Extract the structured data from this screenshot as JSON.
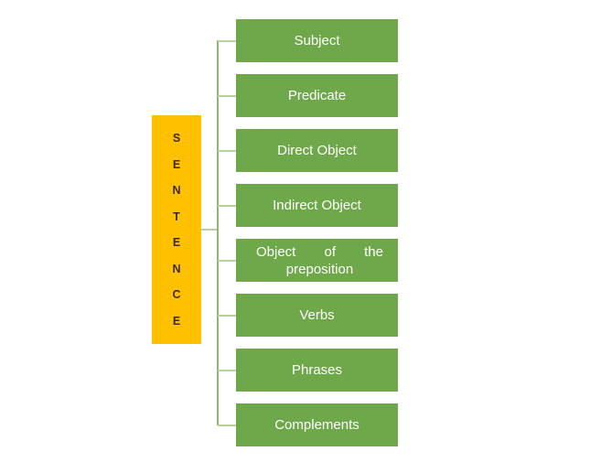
{
  "diagram": {
    "type": "bracket-tree",
    "orientation": "left-root-right-leaves",
    "background_color": "#ffffff",
    "root": {
      "text": "SENTENCE",
      "letters": [
        "S",
        "E",
        "N",
        "T",
        "E",
        "N",
        "C",
        "E"
      ],
      "fill_color": "#ffc000",
      "text_color": "#3d2b15"
    },
    "connector": {
      "spine_color": "#8fb96a",
      "stub_color": "#b6d19b"
    },
    "leaf_style": {
      "fill_color": "#6fa84a",
      "text_color": "#ffffff"
    },
    "leaves": [
      {
        "label": "Subject",
        "lines": [
          "Subject"
        ],
        "layout": "single"
      },
      {
        "label": "Predicate",
        "lines": [
          "Predicate"
        ],
        "layout": "single"
      },
      {
        "label": "Direct Object",
        "lines": [
          "Direct Object"
        ],
        "layout": "single"
      },
      {
        "label": "Indirect Object",
        "lines": [
          "Indirect Object"
        ],
        "layout": "single"
      },
      {
        "label": "Object of the preposition",
        "lines": [
          "Object of the",
          "preposition"
        ],
        "layout": "two-line-justified"
      },
      {
        "label": "Verbs",
        "lines": [
          "Verbs"
        ],
        "layout": "single"
      },
      {
        "label": "Phrases",
        "lines": [
          "Phrases"
        ],
        "layout": "single"
      },
      {
        "label": "Complements",
        "lines": [
          "Complements"
        ],
        "layout": "single"
      }
    ]
  }
}
